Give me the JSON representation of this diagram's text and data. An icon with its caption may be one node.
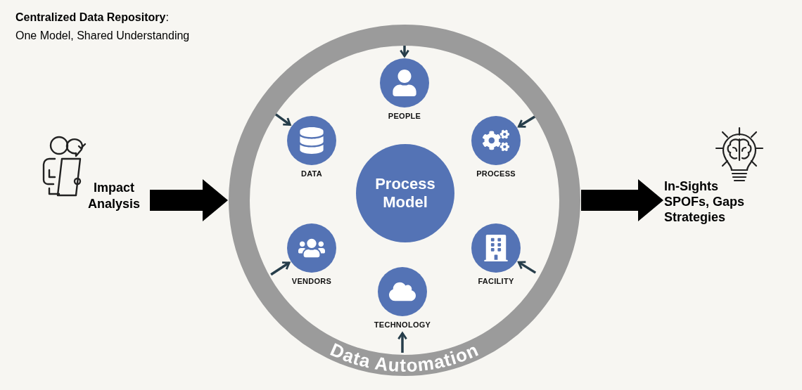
{
  "diagram": {
    "title": "**Centralized Data Repository**: One Model, Shared Understanding",
    "nodes": [
      {
        "text": [
          "Data Automation"
        ]
      },
      {
        "text": [
          "Process Model"
        ],
        "in": 0
      },
      {
        "text": [
          "PEOPLE"
        ],
        "in": 0
      },
      {
        "text": [
          "DATA"
        ],
        "in": 0
      },
      {
        "text": [
          "PROCESS"
        ],
        "in": 0
      },
      {
        "text": [
          "VENDORS"
        ],
        "in": 0
      },
      {
        "text": [
          "TECHNOLOGY"
        ],
        "in": 0
      },
      {
        "text": [
          "FACILITY"
        ],
        "in": 0
      },
      {
        "text": [
          "Impact Analysis"
        ]
      },
      {
        "text": [
          "In-Sights SPOFs, Gaps Strategies"
        ]
      }
    ],
    "edges": [
      {
        "from": 8,
        "to": 0,
        "arrow": "to",
        "style": "thick",
        "color": "#000000"
      },
      {
        "from": 0,
        "to": 9,
        "arrow": "to",
        "style": "thick",
        "color": "#000000"
      },
      {
        "from": null,
        "to": 2,
        "arrow": "to"
      },
      {
        "from": null,
        "to": 3,
        "arrow": "to"
      },
      {
        "from": null,
        "to": 4,
        "arrow": "to"
      },
      {
        "from": null,
        "to": 5,
        "arrow": "to"
      },
      {
        "from": null,
        "to": 6,
        "arrow": "to"
      },
      {
        "from": null,
        "to": 7,
        "arrow": "to"
      }
    ]
  }
}
